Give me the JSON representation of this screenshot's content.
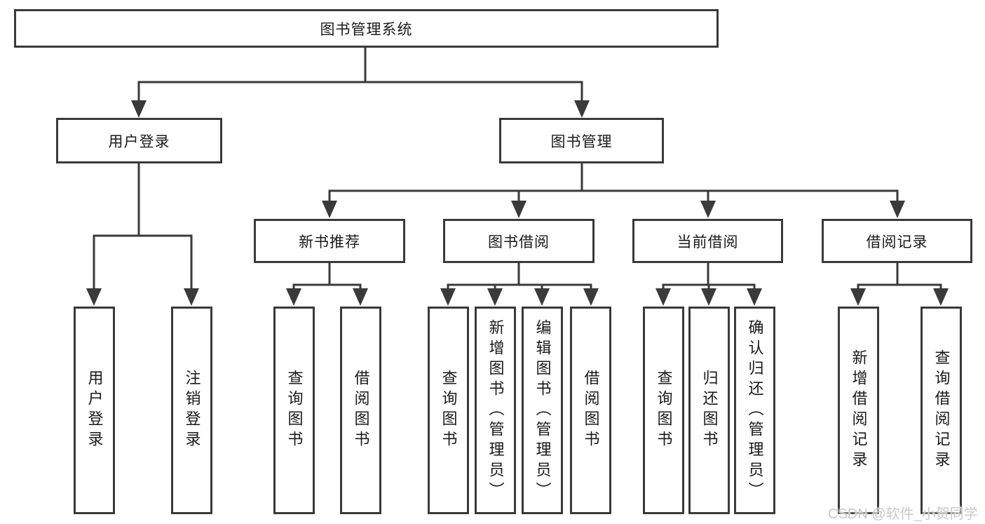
{
  "diagram": {
    "title": "图书管理系统",
    "nodes": {
      "root": "图书管理系统",
      "user_login": "用户登录",
      "book_management": "图书管理",
      "new_book_recommend": "新书推荐",
      "book_borrowing": "图书借阅",
      "current_borrowing": "当前借阅",
      "borrowing_records": "借阅记录",
      "leaf_user_login": "用户登录",
      "leaf_logout": "注销登录",
      "leaf_nbr_query_books": "查询图书",
      "leaf_nbr_borrow_books": "借阅图书",
      "leaf_bb_query_books": "查询图书",
      "leaf_bb_add_books": "新增图书（管理员）",
      "leaf_bb_edit_books": "编辑图书（管理员）",
      "leaf_bb_borrow_books": "借阅图书",
      "leaf_cb_query_books": "查询图书",
      "leaf_cb_return_books": "归还图书",
      "leaf_cb_confirm_return": "确认归还（管理员）",
      "leaf_br_add_record": "新增借阅记录",
      "leaf_br_query_record": "查询借阅记录"
    },
    "colors": {
      "line": "#3a3a3a",
      "text": "#1a1a1a",
      "background": "#ffffff",
      "watermark": "#c9c9c9"
    }
  },
  "watermark": "CSDN @软件_小贺同学"
}
